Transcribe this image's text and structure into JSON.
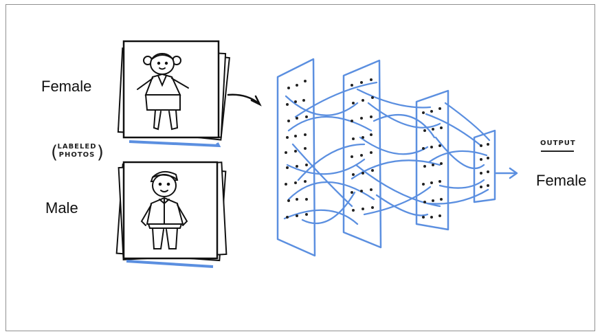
{
  "inputs": {
    "female_label": "Female",
    "male_label": "Male",
    "labeled_photos_line1": "LABELED",
    "labeled_photos_line2": "PHOTOS"
  },
  "output": {
    "heading": "OUTPUT",
    "value": "Female"
  },
  "colors": {
    "network": "#5b8fe0",
    "ink": "#111111",
    "frame": "#8f8f8f"
  }
}
